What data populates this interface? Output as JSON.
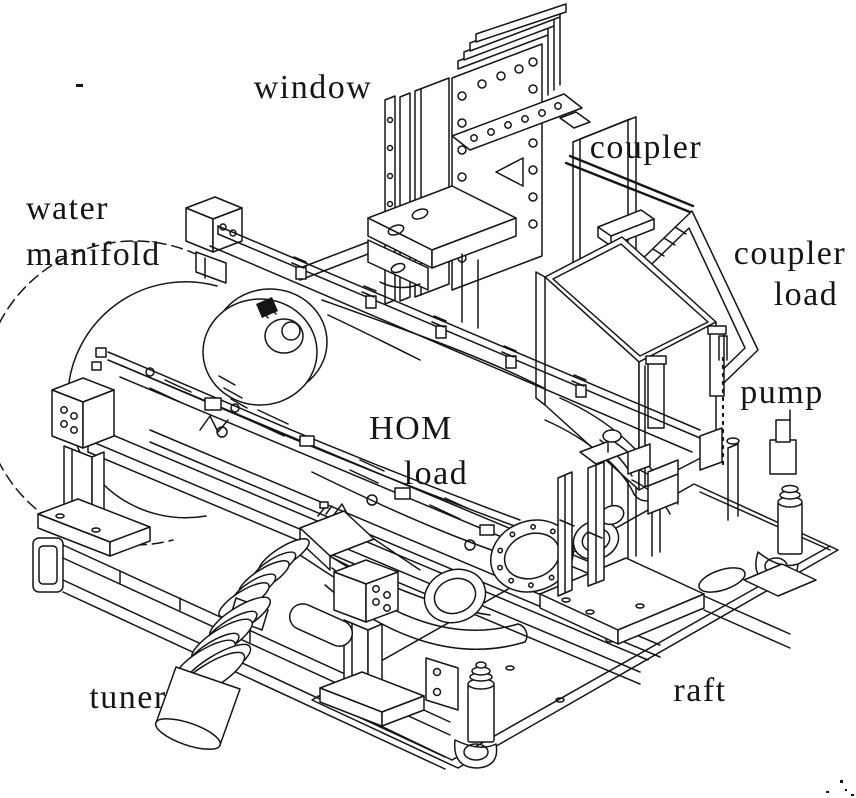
{
  "figure": {
    "kind": "isometric engineering line drawing",
    "ink_color": "#151515",
    "paper_color": "#ffffff"
  },
  "labels": {
    "window": "window",
    "coupler": "coupler",
    "water_manifold": {
      "line1": "water",
      "line2": "manifold"
    },
    "coupler_load": {
      "line1": "coupler",
      "line2": "load"
    },
    "hom_load": {
      "line1": "HOM",
      "line2": "load"
    },
    "pump": "pump",
    "tuner": "tuner",
    "raft": "raft"
  }
}
